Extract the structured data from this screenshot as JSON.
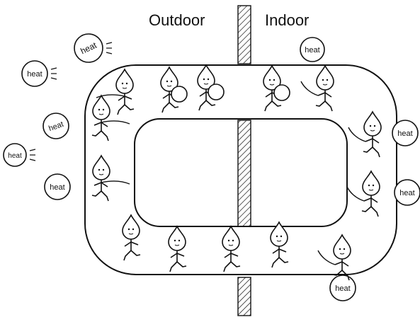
{
  "labels": {
    "outdoor": "Outdoor",
    "indoor": "Indoor",
    "heat": "heat"
  },
  "colors": {
    "ink": "#111111",
    "paper": "#ffffff"
  }
}
